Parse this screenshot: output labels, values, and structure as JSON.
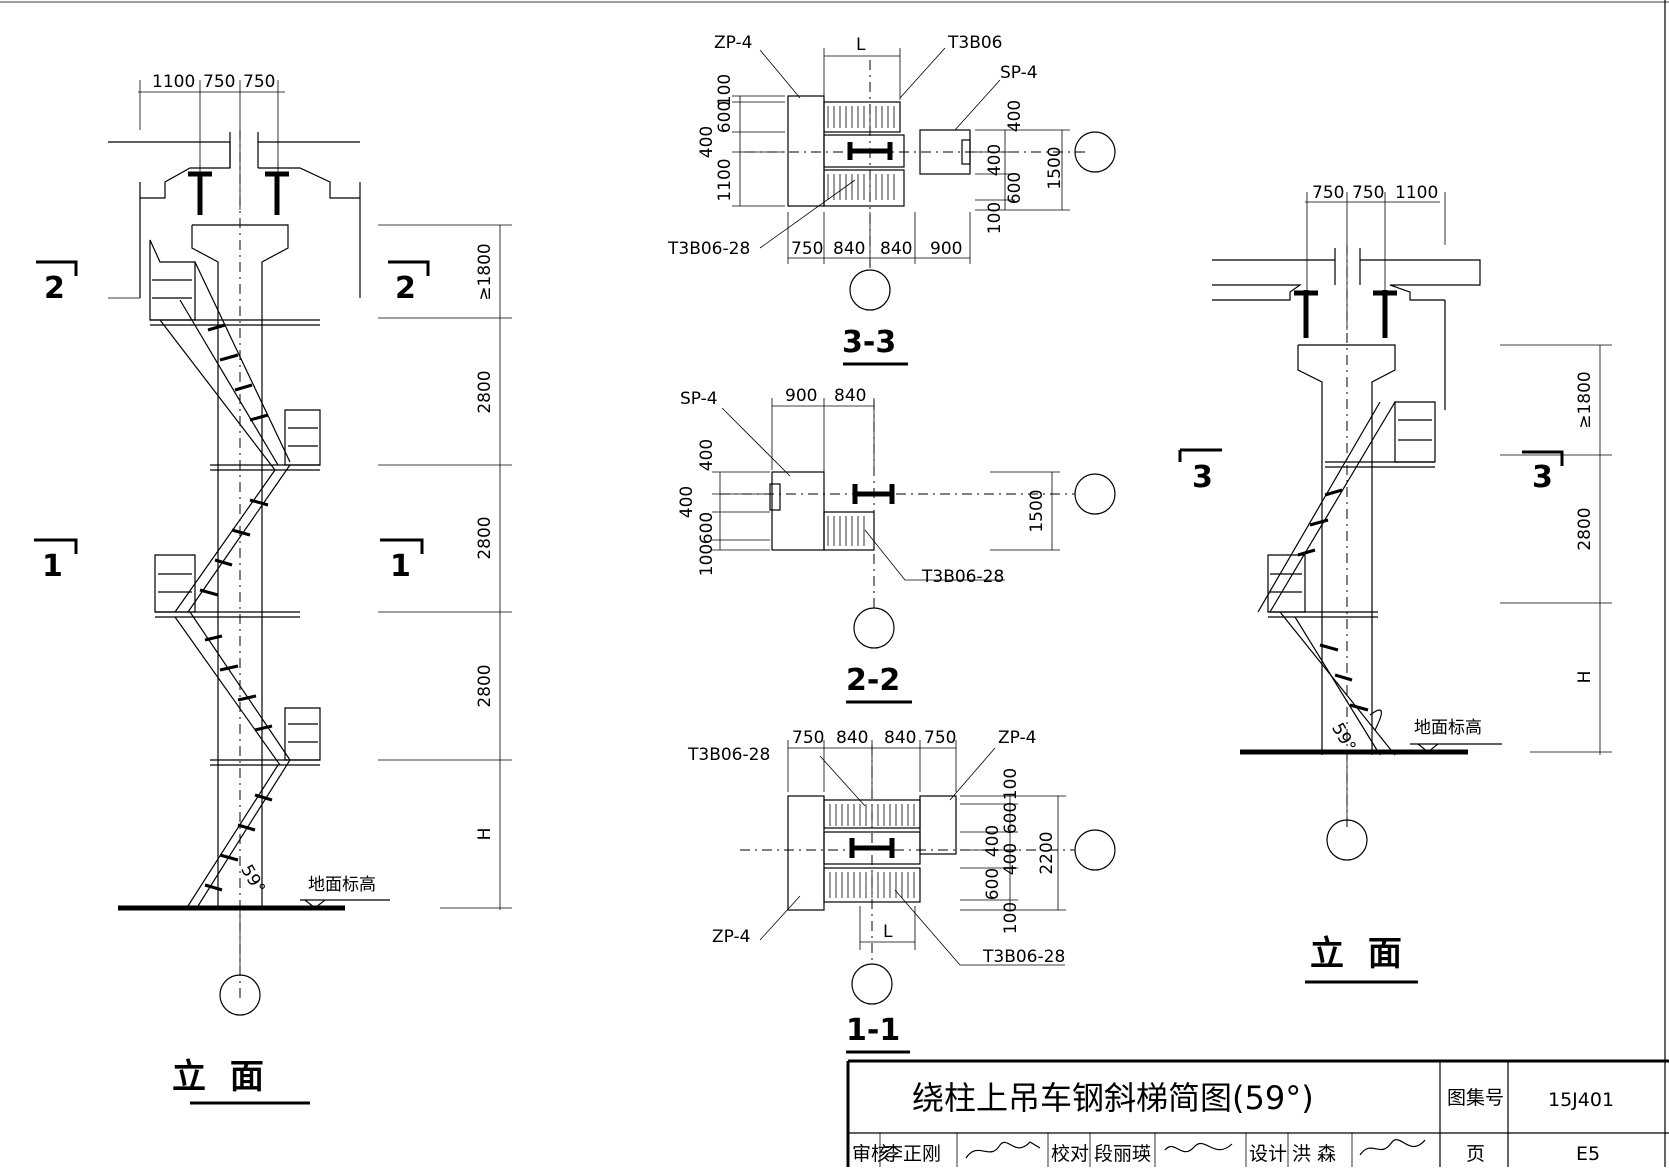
{
  "left_elevation": {
    "title": "立 面",
    "dims_top": [
      "1100",
      "750",
      "750"
    ],
    "dims_right": [
      "≥1800",
      "2800",
      "2800",
      "2800",
      "H"
    ],
    "angle": "59°",
    "ground_label": "地面标高",
    "section_marks": [
      "2",
      "2",
      "1",
      "1"
    ]
  },
  "right_elevation": {
    "title": "立 面",
    "dims_top": [
      "750",
      "750",
      "1100"
    ],
    "dims_right": [
      "≥1800",
      "2800",
      "H"
    ],
    "angle": "59°",
    "ground_label": "地面标高",
    "section_marks": [
      "3",
      "3"
    ]
  },
  "section_3_3": {
    "name": "3-3",
    "labels": [
      "ZP-4",
      "T3B06",
      "SP-4",
      "T3B06-28"
    ],
    "dim_top": "L",
    "dims_left": [
      "100",
      "600",
      "400",
      "1100"
    ],
    "dims_right": [
      "400",
      "400",
      "600",
      "100",
      "1500"
    ],
    "dims_bottom": [
      "750",
      "840",
      "840",
      "900"
    ]
  },
  "section_2_2": {
    "name": "2-2",
    "labels": [
      "SP-4",
      "T3B06-28"
    ],
    "dims_top": [
      "900",
      "840"
    ],
    "dims_left": [
      "400",
      "400",
      "600",
      "100"
    ],
    "dims_right": [
      "1500"
    ]
  },
  "section_1_1": {
    "name": "1-1",
    "labels": [
      "T3B06-28",
      "ZP-4",
      "ZP-4",
      "T3B06-28"
    ],
    "dims_top": [
      "750",
      "840",
      "840",
      "750"
    ],
    "dims_right": [
      "100",
      "600",
      "400",
      "400",
      "600",
      "100",
      "2200"
    ],
    "dim_bottom": "L"
  },
  "title_block": {
    "title": "绕柱上吊车钢斜梯简图(59°)",
    "atlas_label": "图集号",
    "atlas_no": "15J401",
    "page_label": "页",
    "page_no": "E5",
    "review_label": "审核",
    "reviewer": "李正刚",
    "check_label": "校对",
    "checker": "段丽瑛",
    "design_label": "设计",
    "designer": "洪 森"
  }
}
